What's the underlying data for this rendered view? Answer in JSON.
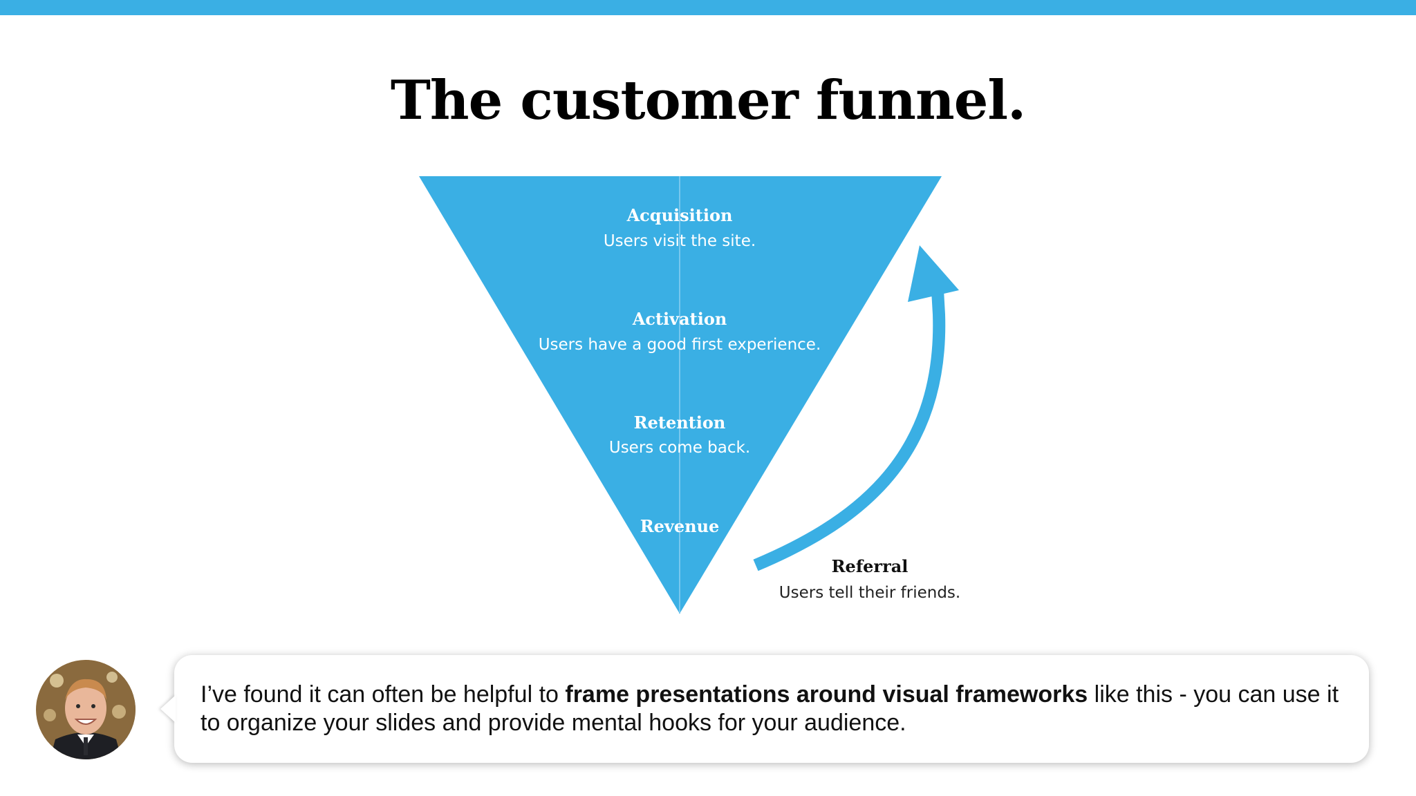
{
  "slide": {
    "title": "The customer funnel."
  },
  "funnel": {
    "stages": [
      {
        "name": "Acquisition",
        "description": "Users visit the site."
      },
      {
        "name": "Activation",
        "description": "Users have a good first experience."
      },
      {
        "name": "Retention",
        "description": "Users come back."
      },
      {
        "name": "Revenue",
        "description": ""
      }
    ],
    "referral": {
      "name": "Referral",
      "description": "Users tell their friends."
    }
  },
  "speech_bubble": {
    "text_before": "I’ve found it can often be helpful to ",
    "text_bold": "frame presentations around visual frameworks",
    "text_after": " like this - you can use it to organize your slides and provide mental hooks for your audience."
  },
  "colors": {
    "accent": "#3aafe4",
    "title": "#000000",
    "stage_text": "#ffffff"
  },
  "icons": {
    "avatar": "presenter-photo",
    "arrow": "curved-arrow-up"
  }
}
